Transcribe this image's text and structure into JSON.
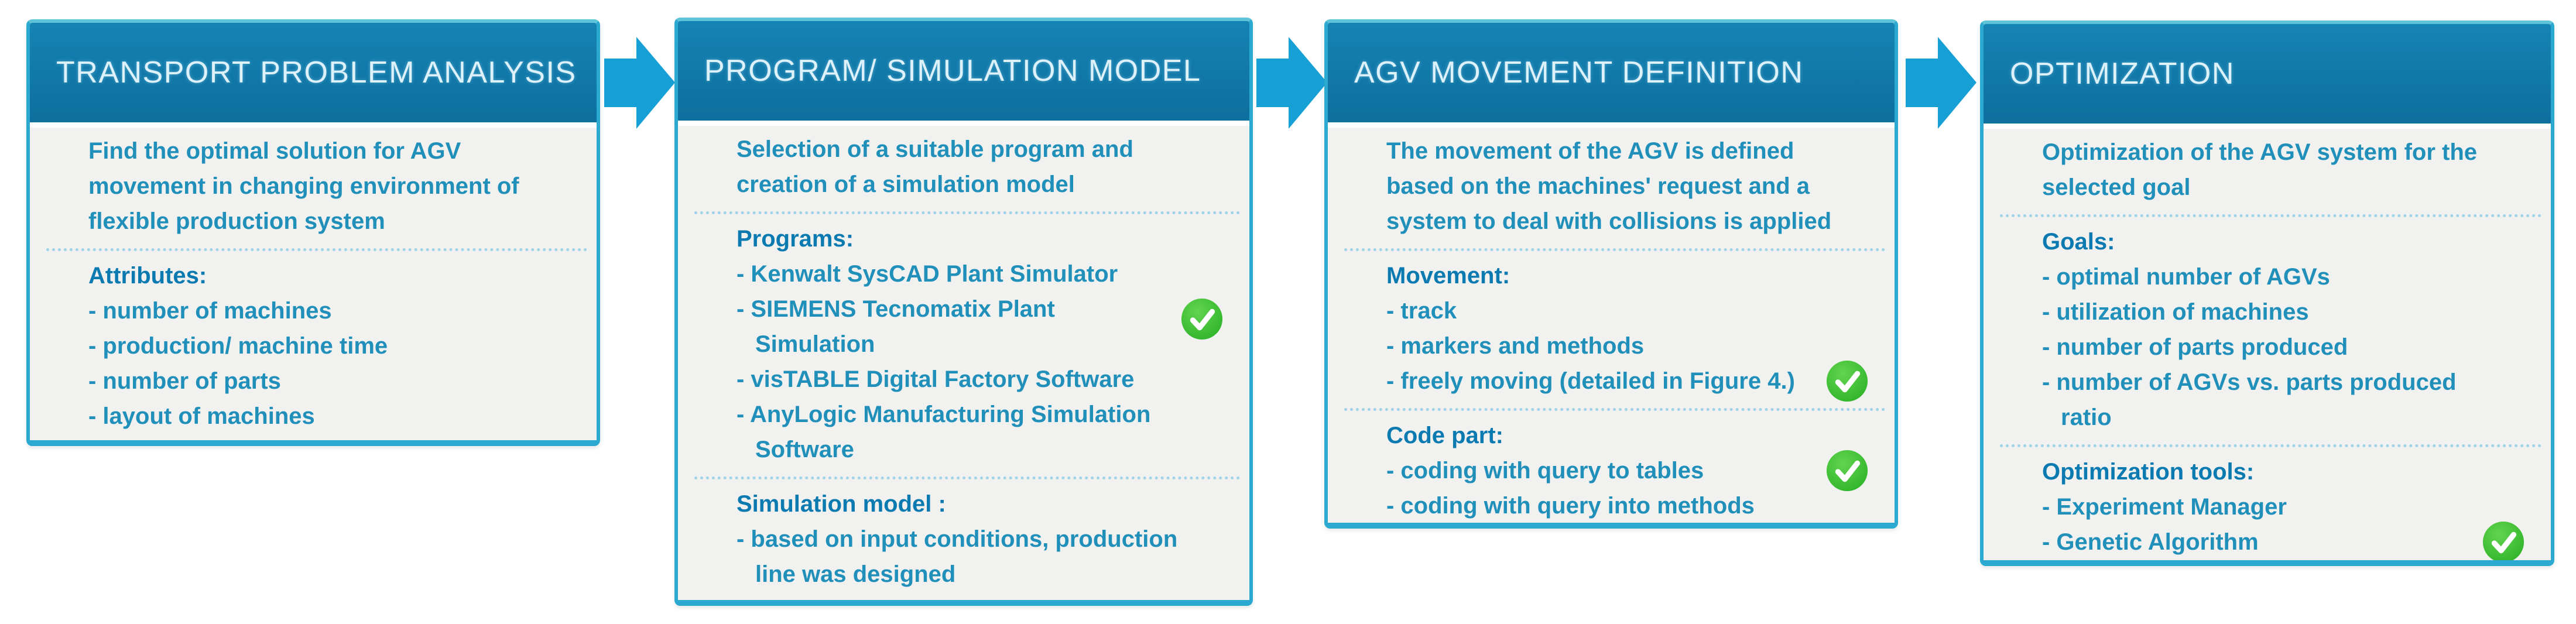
{
  "diagram": {
    "panels": [
      {
        "title": "TRANSPORT PROBLEM ANALYSIS",
        "intro": "Find the optimal solution for AGV\nmovement in changing environment of\nflexible production system",
        "sections": [
          {
            "heading": "Attributes:",
            "items": [
              {
                "text": "- number of machines"
              },
              {
                "text": "- production/ machine time"
              },
              {
                "text": "- number of parts"
              },
              {
                "text": "- layout of machines"
              }
            ]
          }
        ]
      },
      {
        "title": "PROGRAM/ SIMULATION MODEL",
        "intro": "Selection of a suitable program and\ncreation of a simulation model",
        "sections": [
          {
            "heading": "Programs:",
            "items": [
              {
                "text": "- Kenwalt SysCAD Plant Simulator"
              },
              {
                "text": "- SIEMENS Tecnomatix Plant\nSimulation",
                "checked": true
              },
              {
                "text": "- visTABLE Digital Factory Software"
              },
              {
                "text": "- AnyLogic Manufacturing Simulation\nSoftware"
              }
            ]
          },
          {
            "heading": "Simulation model :",
            "items": [
              {
                "text": "- based on input conditions, production\nline was designed"
              }
            ]
          }
        ]
      },
      {
        "title": "AGV MOVEMENT DEFINITION",
        "intro": "The movement of the AGV is defined\nbased on the machines' request and a\nsystem to deal with collisions is applied",
        "sections": [
          {
            "heading": "Movement:",
            "items": [
              {
                "text": "- track"
              },
              {
                "text": "- markers and methods"
              },
              {
                "text": "- freely moving (detailed in Figure 4.)",
                "checked": true
              }
            ]
          },
          {
            "heading": "Code part:",
            "items": [
              {
                "text": "- coding with query to tables",
                "checked": true
              },
              {
                "text": "- coding with query into methods"
              }
            ]
          }
        ]
      },
      {
        "title": "OPTIMIZATION",
        "intro": "Optimization of the AGV system for the\nselected goal",
        "sections": [
          {
            "heading": "Goals:",
            "items": [
              {
                "text": "- optimal number of AGVs"
              },
              {
                "text": "- utilization of machines"
              },
              {
                "text": "- number of parts produced"
              },
              {
                "text": "- number of AGVs vs. parts produced\nratio"
              }
            ]
          },
          {
            "heading": "Optimization tools:",
            "items": [
              {
                "text": "- Experiment Manager"
              },
              {
                "text": "- Genetic Algorithm",
                "checked": true
              }
            ]
          }
        ]
      }
    ],
    "icons": {
      "arrow": "arrow-right-icon",
      "check": "check-circle-icon"
    },
    "colors": {
      "panel_border": "#2ca9d0",
      "header_bg": "#0d6f9e",
      "header_bg_top": "#1583b4",
      "header_text": "#ddf1fa",
      "body_bg": "#f1f1ef",
      "body_text": "#2090ba",
      "heading_text": "#0a7ab0",
      "divider": "#9fd3e8",
      "arrow": "#17a0d6",
      "check_green": "#3cbe33"
    }
  }
}
